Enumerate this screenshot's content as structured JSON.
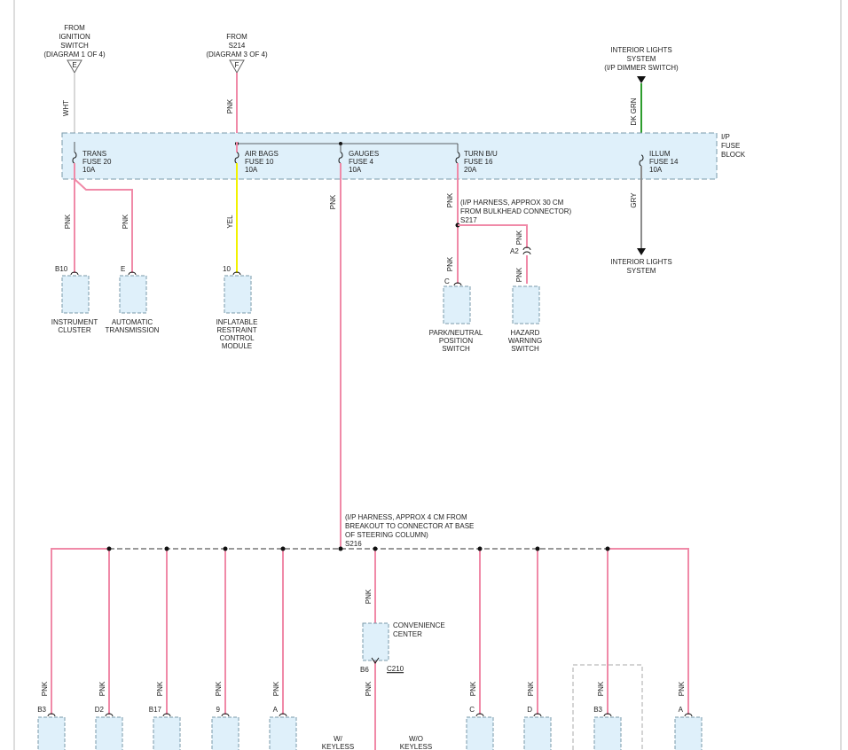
{
  "sources": {
    "ignition": {
      "lines": [
        "FROM",
        "IGNITION",
        "SWITCH",
        "(DIAGRAM 1 OF 4)"
      ],
      "letter": "E",
      "wire": "WHT"
    },
    "s214": {
      "lines": [
        "FROM",
        "S214",
        "(DIAGRAM 3 OF 4)"
      ],
      "letter": "F",
      "wire": "PNK"
    },
    "dimmer": {
      "lines": [
        "INTERIOR LIGHTS",
        "SYSTEM",
        "(I/P DIMMER SWITCH)"
      ],
      "wire": "DK GRN"
    }
  },
  "fuse_block": {
    "label_lines": [
      "I/P",
      "FUSE",
      "BLOCK"
    ],
    "fuses": [
      {
        "lines": [
          "TRANS",
          "FUSE 20",
          "10A"
        ]
      },
      {
        "lines": [
          "AIR BAGS",
          "FUSE 10",
          "10A"
        ]
      },
      {
        "lines": [
          "GAUGES",
          "FUSE 4",
          "10A"
        ]
      },
      {
        "lines": [
          "TURN B/U",
          "FUSE 16",
          "20A"
        ]
      },
      {
        "lines": [
          "ILLUM",
          "FUSE 14",
          "10A"
        ]
      }
    ]
  },
  "upper_wires": {
    "trans_a": "PNK",
    "trans_b": "PNK",
    "airbag": "YEL",
    "gauges": "PNK",
    "turn": "PNK",
    "hazard": "PNK",
    "park": "PNK",
    "illum_out": "GRY"
  },
  "upper_components": [
    {
      "pin": "B10",
      "lines": [
        "INSTRUMENT",
        "CLUSTER"
      ]
    },
    {
      "pin": "E",
      "lines": [
        "AUTOMATIC",
        "TRANSMISSION"
      ]
    },
    {
      "pin": "10",
      "lines": [
        "INFLATABLE",
        "RESTRAINT",
        "CONTROL",
        "MODULE"
      ]
    },
    {
      "pin": "C",
      "lines": [
        "PARK/NEUTRAL",
        "POSITION",
        "SWITCH"
      ]
    },
    {
      "pin": "A2",
      "lines": [
        "HAZARD",
        "WARNING",
        "SWITCH"
      ]
    }
  ],
  "splice_s217": {
    "lines": [
      "(I/P HARNESS, APPROX 30 CM",
      "FROM BULKHEAD CONNECTOR)",
      "S217"
    ]
  },
  "interior_out": {
    "lines": [
      "INTERIOR LIGHTS",
      "SYSTEM"
    ]
  },
  "splice_s216": {
    "lines": [
      "(I/P HARNESS, APPROX 4 CM FROM",
      "BREAKOUT TO CONNECTOR AT BASE",
      "OF STEERING COLUMN)",
      "S216"
    ]
  },
  "convenience": {
    "lines": [
      "CONVENIENCE",
      "CENTER"
    ],
    "pin": "B6",
    "connector": "C210",
    "wire_in": "PNK",
    "wire_out": "PNK"
  },
  "lower_branches": [
    {
      "pin": "B3",
      "wire": "PNK"
    },
    {
      "pin": "D2",
      "wire": "PNK"
    },
    {
      "pin": "B17",
      "wire": "PNK"
    },
    {
      "pin": "9",
      "wire": "PNK"
    },
    {
      "pin": "A",
      "wire": "PNK"
    },
    {
      "pin": "C",
      "wire": "PNK"
    },
    {
      "pin": "D",
      "wire": "PNK"
    },
    {
      "pin": "B3",
      "wire": "PNK"
    },
    {
      "pin": "A",
      "wire": "PNK"
    }
  ],
  "keyless": {
    "with": [
      "W/",
      "KEYLESS"
    ],
    "without": [
      "W/O",
      "KEYLESS"
    ]
  },
  "colors": {
    "pnk": "#f08aa8",
    "wht": "#d8d8d8",
    "yel": "#f2f200",
    "grn": "#2e9d2e",
    "gry": "#8c8c8c",
    "box_fill": "#dff0fa",
    "box_stroke": "#7a9aaa"
  }
}
